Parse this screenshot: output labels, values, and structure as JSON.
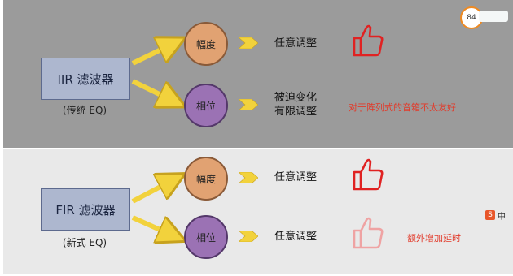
{
  "colors": {
    "top_bg": "#9b9b9b",
    "bottom_bg": "#e9e9e9",
    "arrow": "#f2d23c",
    "warn": "#e23a2a"
  },
  "iir": {
    "box_label": "IIR 滤波器",
    "caption": "(传统 EQ)",
    "amplitude": {
      "node": "幅度",
      "result": "任意调整",
      "icon": "thumbs-up-icon"
    },
    "phase": {
      "node": "相位",
      "result_line1": "被迫变化",
      "result_line2": "有限调整",
      "note": "对于阵列式的音箱不太友好"
    }
  },
  "fir": {
    "box_label": "FIR 滤波器",
    "caption": "(新式 EQ)",
    "amplitude": {
      "node": "幅度",
      "result": "任意调整",
      "icon": "thumbs-up-icon"
    },
    "phase": {
      "node": "相位",
      "result": "任意调整",
      "icon": "faded-thumbs-up-icon",
      "note": "额外增加延时"
    }
  },
  "overlay": {
    "badge_text": "84",
    "ime_label": "中"
  }
}
